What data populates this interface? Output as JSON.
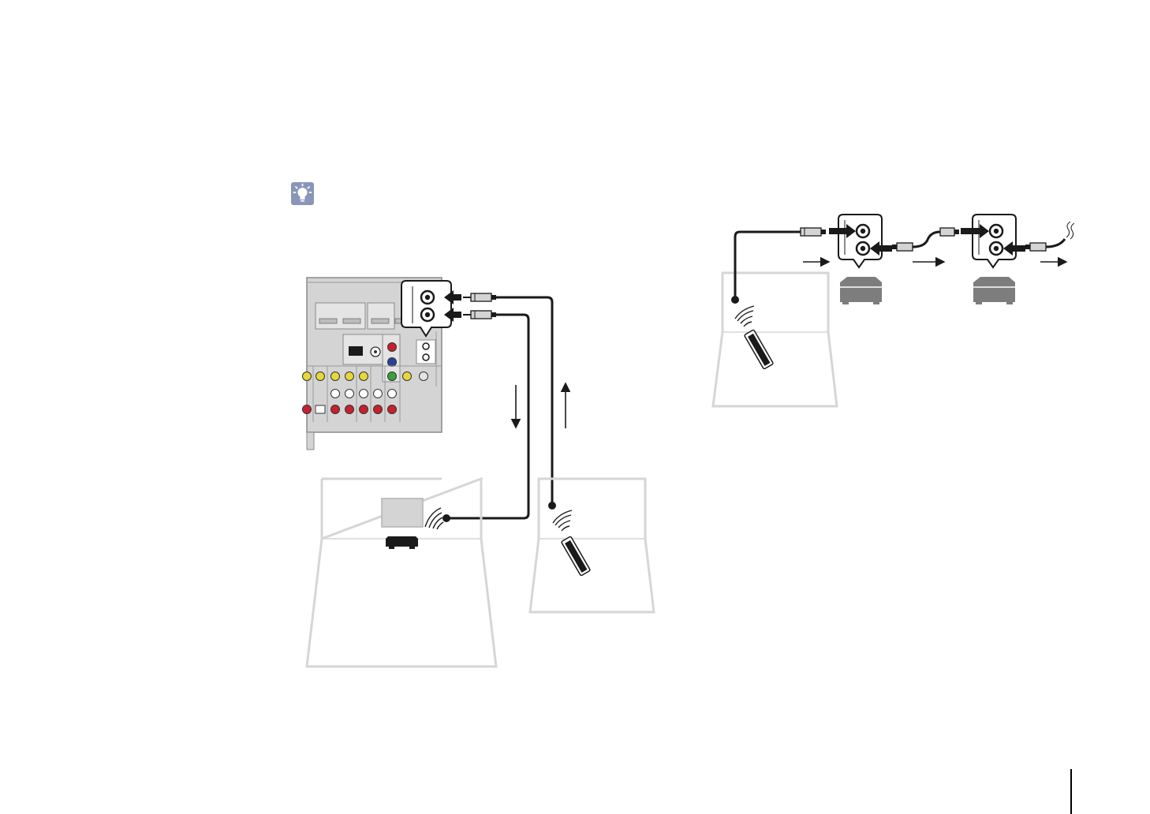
{
  "page": {
    "tip_icon": "lightbulb-icon",
    "colors": {
      "line": "#1a1a1a",
      "room_outline": "#d6d6d6",
      "panel_fill": "#d4d4d4",
      "panel_border": "#8a8a8a",
      "device_gray": "#7d7d7d",
      "jack_red": "#c8202d",
      "jack_yellow": "#e8d63a",
      "jack_green": "#3aa13a",
      "jack_blue": "#2c3f9a",
      "tip_icon_bg": "#8a95b8"
    }
  },
  "figure_left": {
    "name": "receiver-to-ir-repeater-connection",
    "icons": [
      "receiver-rear-panel",
      "remote-sensor-jacks-callout",
      "signal-flow-arrow-down",
      "signal-flow-arrow-up",
      "ir-repeater-with-tv",
      "ir-receiver-with-remote"
    ]
  },
  "figure_right": {
    "name": "daisy-chain-connection",
    "icons": [
      "ir-receiver-with-remote",
      "device-1-jacks-callout",
      "device-2-jacks-callout",
      "signal-flow-arrow-right",
      "ir-emitter-cable"
    ]
  }
}
